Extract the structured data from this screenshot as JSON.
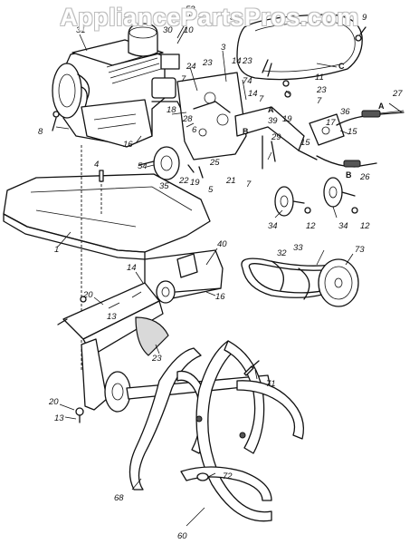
{
  "watermark": "AppliancePartsPros.com",
  "callouts": [
    {
      "id": "c52",
      "text": "52"
    },
    {
      "id": "c9",
      "text": "9"
    },
    {
      "id": "c3a",
      "text": "3"
    },
    {
      "id": "c31",
      "text": "31"
    },
    {
      "id": "c30",
      "text": "30"
    },
    {
      "id": "c10",
      "text": "10"
    },
    {
      "id": "c3b",
      "text": "3"
    },
    {
      "id": "c14a",
      "text": "14"
    },
    {
      "id": "c23a",
      "text": "23"
    },
    {
      "id": "c24",
      "text": "24"
    },
    {
      "id": "c23b",
      "text": "23"
    },
    {
      "id": "c11",
      "text": "11"
    },
    {
      "id": "cC",
      "text": "C"
    },
    {
      "id": "c74",
      "text": "74"
    },
    {
      "id": "c23c",
      "text": "23"
    },
    {
      "id": "c7a",
      "text": "7"
    },
    {
      "id": "c7b",
      "text": "7"
    },
    {
      "id": "c27",
      "text": "27"
    },
    {
      "id": "c14b",
      "text": "14"
    },
    {
      "id": "c7c",
      "text": "7"
    },
    {
      "id": "cA1",
      "text": "A"
    },
    {
      "id": "cA2",
      "text": "A"
    },
    {
      "id": "c18",
      "text": "18"
    },
    {
      "id": "c8",
      "text": "8"
    },
    {
      "id": "c28",
      "text": "28"
    },
    {
      "id": "c6",
      "text": "6"
    },
    {
      "id": "c39",
      "text": "39"
    },
    {
      "id": "c19a",
      "text": "19"
    },
    {
      "id": "c17",
      "text": "17"
    },
    {
      "id": "c36",
      "text": "36"
    },
    {
      "id": "cB1",
      "text": "B"
    },
    {
      "id": "c29",
      "text": "29"
    },
    {
      "id": "c15a",
      "text": "15"
    },
    {
      "id": "c15b",
      "text": "15"
    },
    {
      "id": "c16a",
      "text": "16"
    },
    {
      "id": "c54",
      "text": "54"
    },
    {
      "id": "c25",
      "text": "25"
    },
    {
      "id": "c4",
      "text": "4"
    },
    {
      "id": "c22",
      "text": "22"
    },
    {
      "id": "c19b",
      "text": "19"
    },
    {
      "id": "c35",
      "text": "35"
    },
    {
      "id": "c5",
      "text": "5"
    },
    {
      "id": "c21",
      "text": "21"
    },
    {
      "id": "c7d",
      "text": "7"
    },
    {
      "id": "cB2",
      "text": "B"
    },
    {
      "id": "c26",
      "text": "26"
    },
    {
      "id": "c12a",
      "text": "12"
    },
    {
      "id": "c34a",
      "text": "34"
    },
    {
      "id": "c34b",
      "text": "34"
    },
    {
      "id": "c12b",
      "text": "12"
    },
    {
      "id": "c1",
      "text": "1"
    },
    {
      "id": "c40",
      "text": "40"
    },
    {
      "id": "c32",
      "text": "32"
    },
    {
      "id": "c33",
      "text": "33"
    },
    {
      "id": "c73",
      "text": "73"
    },
    {
      "id": "c14c",
      "text": "14"
    },
    {
      "id": "c16b",
      "text": "16"
    },
    {
      "id": "c20a",
      "text": "20"
    },
    {
      "id": "c13a",
      "text": "13"
    },
    {
      "id": "c23d",
      "text": "23"
    },
    {
      "id": "c71",
      "text": "71"
    },
    {
      "id": "c20b",
      "text": "20"
    },
    {
      "id": "c13b",
      "text": "13"
    },
    {
      "id": "c72",
      "text": "72"
    },
    {
      "id": "c68",
      "text": "68"
    },
    {
      "id": "c60",
      "text": "60"
    }
  ]
}
